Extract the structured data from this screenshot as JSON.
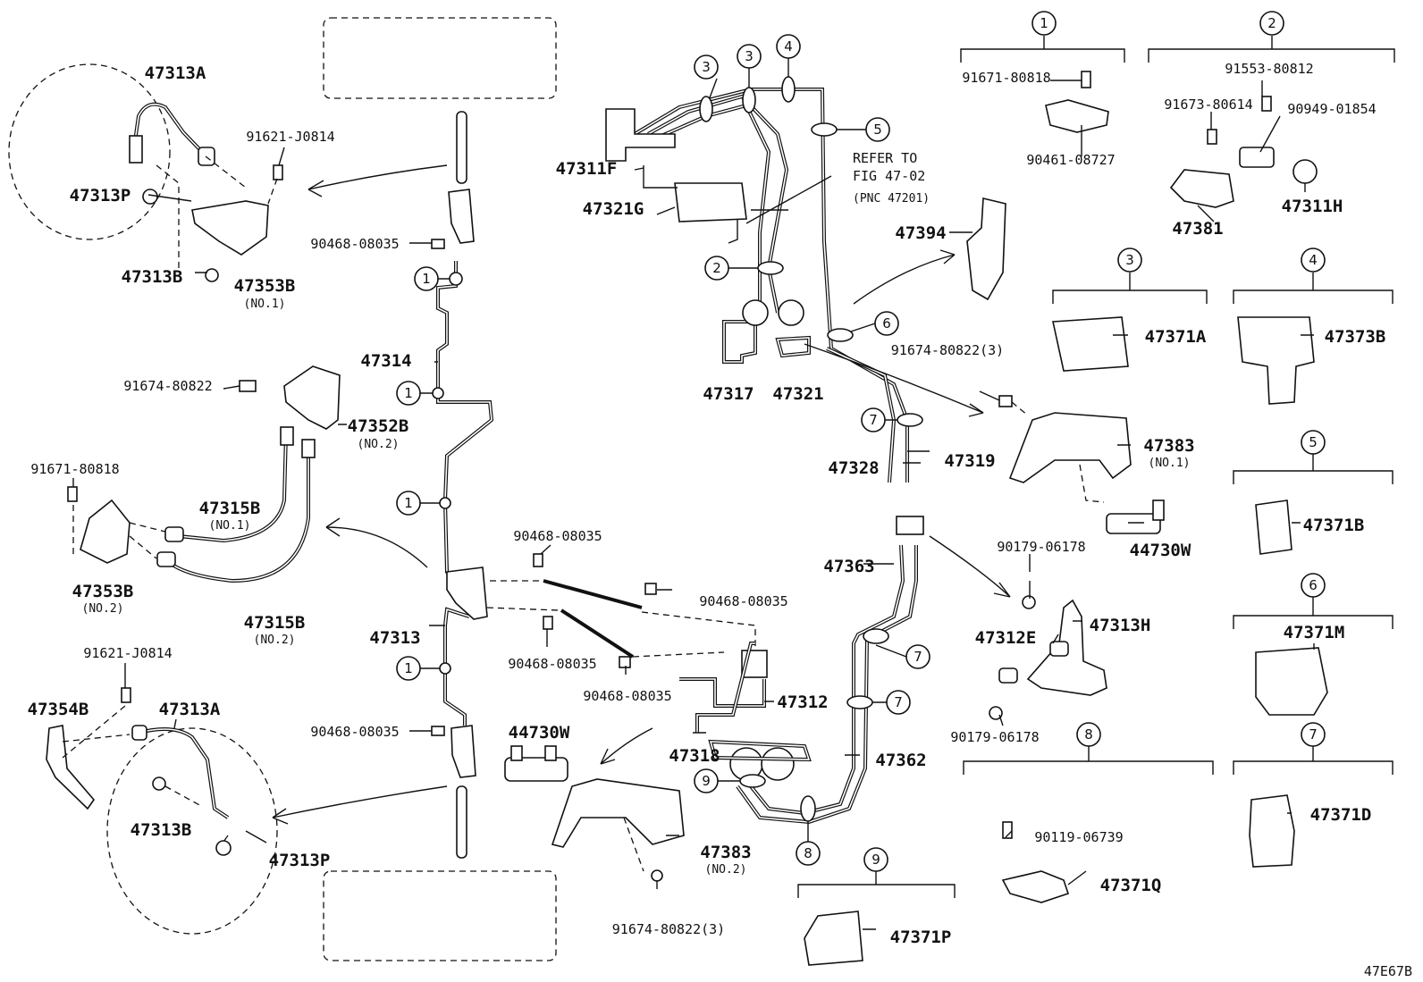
{
  "diagram_code": "47E67B",
  "callouts": [
    "1",
    "2",
    "3",
    "4",
    "5",
    "6",
    "7",
    "8",
    "9"
  ],
  "refer_note": {
    "line1": "REFER TO",
    "line2": "FIG 47-02",
    "line3": "(PNC 47201)"
  },
  "labels": {
    "p47313A_top": "47313A",
    "p91621_top": "91621-J0814",
    "p47313P_top": "47313P",
    "p47313B_top": "47313B",
    "p47353B_top": "47353B",
    "p47353B_top_sub": "(NO.1)",
    "p90468_a": "90468-08035",
    "p47314": "47314",
    "p91674_a": "91674-80822",
    "p47352B": "47352B",
    "p47352B_sub": "(NO.2)",
    "p91671_left": "91671-80818",
    "p47315B_1": "47315B",
    "p47315B_1_sub": "(NO.1)",
    "p47353B_2": "47353B",
    "p47353B_2_sub": "(NO.2)",
    "p47315B_2": "47315B",
    "p47315B_2_sub": "(NO.2)",
    "p47313": "47313",
    "p90468_b": "90468-08035",
    "p90468_c": "90468-08035",
    "p90468_d": "90468-08035",
    "p90468_e": "90468-08035",
    "p90468_f": "90468-08035",
    "p91621_bot": "91621-J0814",
    "p47354B": "47354B",
    "p47313A_bot": "47313A",
    "p47313B_bot": "47313B",
    "p47313P_bot": "47313P",
    "p44730W_bot": "44730W",
    "p47383_2": "47383",
    "p47383_2_sub": "(NO.2)",
    "p91674_bot": "91674-80822(3)",
    "p47311F": "47311F",
    "p47321G": "47321G",
    "p47317": "47317",
    "p47321": "47321",
    "p47394": "47394",
    "p47328": "47328",
    "p47319": "47319",
    "p47363": "47363",
    "p47312": "47312",
    "p47318": "47318",
    "p47362": "47362",
    "p91674_mid": "91674-80822(3)",
    "p47383_1": "47383",
    "p47383_1_sub": "(NO.1)",
    "p44730W_r": "44730W",
    "p90179_a": "90179-06178",
    "p47312E": "47312E",
    "p47313H": "47313H",
    "p90179_b": "90179-06178",
    "g1_91671": "91671-80818",
    "g1_90461": "90461-08727",
    "g2_91553": "91553-80812",
    "g2_91673": "91673-80614",
    "g2_90949": "90949-01854",
    "g2_47381": "47381",
    "g2_47311H": "47311H",
    "g3_47371A": "47371A",
    "g4_47373B": "47373B",
    "g5_47371B": "47371B",
    "g6_47371M": "47371M",
    "g7_47371D": "47371D",
    "g8_90119": "90119-06739",
    "g8_47371Q": "47371Q",
    "g9_47371P": "47371P"
  }
}
